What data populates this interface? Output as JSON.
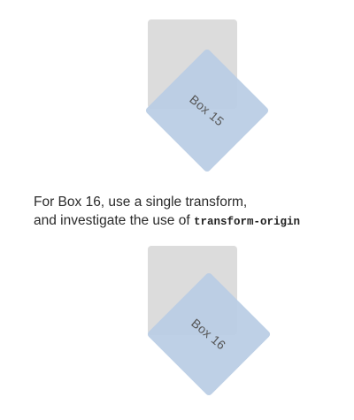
{
  "box15": {
    "label": "Box 15"
  },
  "box16": {
    "label": "Box 16"
  },
  "instructions": {
    "line1": "For Box 16, use a single transform,",
    "line2_prefix": "and investigate the use of ",
    "code": "transform-origin"
  },
  "colors": {
    "placeholder": "#dcdcdc",
    "box": "#b8cce4",
    "text": "#555555"
  }
}
